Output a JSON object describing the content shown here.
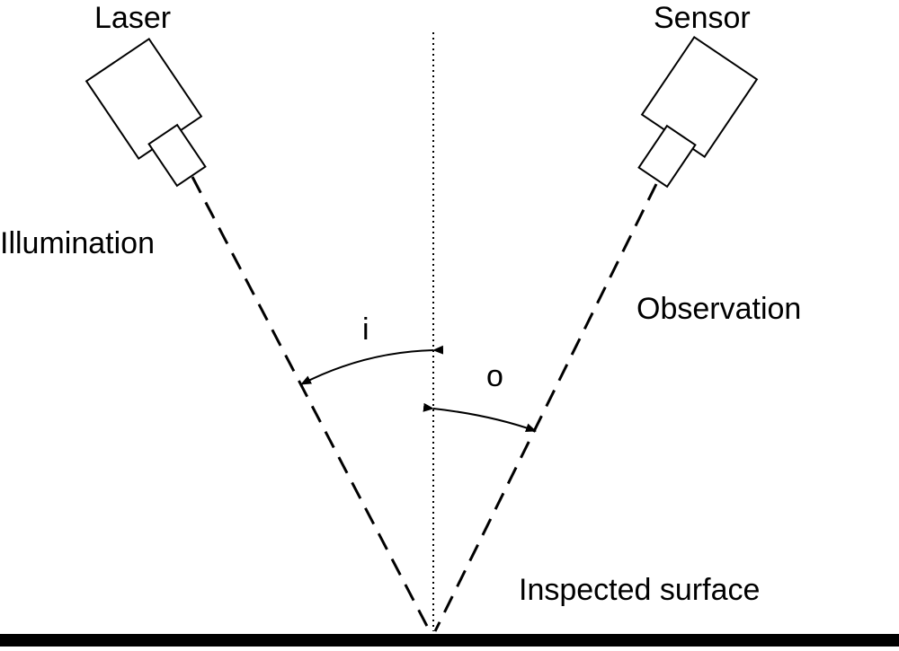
{
  "labels": {
    "laser": "Laser",
    "sensor": "Sensor",
    "illumination": "Illumination",
    "observation": "Observation",
    "incidence_angle": "i",
    "observation_angle": "o",
    "surface": "Inspected surface"
  },
  "colors": {
    "ink": "#000000",
    "background": "#ffffff"
  }
}
